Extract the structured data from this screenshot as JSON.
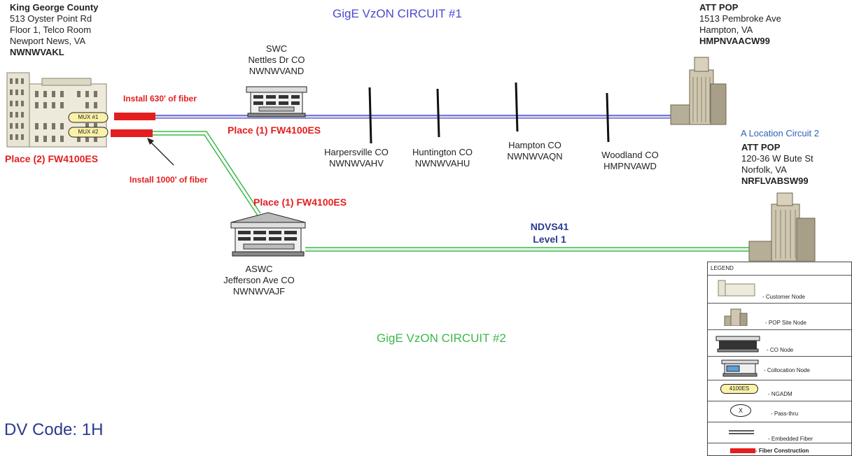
{
  "circuit1_title": "GigE VzON CIRCUIT #1",
  "circuit2_title": "GigE VzON CIRCUIT #2",
  "dv_code": "DV Code:  1H",
  "customer": {
    "name": "King George County",
    "address1": "513 Oyster Point Rd",
    "address2": "Floor 1, Telco Room",
    "city": "Newport News, VA",
    "clli": "NWNWVAKL",
    "mux1": "MUX #1",
    "mux2": "MUX #2"
  },
  "att_pop_1": {
    "name": "ATT POP",
    "address": "1513 Pembroke Ave",
    "city": "Hampton, VA",
    "clli": "HMPNVAACW99"
  },
  "att_pop_2": {
    "location_label": "A Location Circuit 2",
    "name": "ATT POP",
    "address": "120-36 W Bute St",
    "city": "Norfolk, VA",
    "clli": "NRFLVABSW99"
  },
  "swc": {
    "label": "SWC",
    "name": "Nettles Dr CO",
    "clli": "NWNWVAND"
  },
  "aswc": {
    "label": "ASWC",
    "name": "Jefferson Ave  CO",
    "clli": "NWNWVAJF"
  },
  "pass_thru": [
    {
      "name": "Harpersville CO",
      "clli": "NWNWVAHV"
    },
    {
      "name": "Huntington CO",
      "clli": "NWNWVAHU"
    },
    {
      "name": "Hampton CO",
      "clli": "NWNWVAQN"
    },
    {
      "name": "Woodland CO",
      "clli": "HMPNVAWD"
    }
  ],
  "annotations": {
    "install_630": "Install 630' of fiber",
    "install_1000": "Install 1000' of fiber",
    "place_2_customer": "Place (2) FW4100ES",
    "place_1_swc": "Place (1) FW4100ES",
    "place_1_aswc": "Place (1) FW4100ES"
  },
  "ndvs": {
    "line1": "NDVS41",
    "line2": "Level 1"
  },
  "legend": {
    "title": "LEGEND",
    "customer_node": "- Customer  Node",
    "pop_site_node": "- POP Site Node",
    "co_node": "- CO Node",
    "collocation_node": "- Collocation  Node",
    "ngadm_chip": "4100ES",
    "ngadm": "- NGADM",
    "pass_thru_symbol": "X",
    "pass_thru": "- Pass-thru",
    "embedded_fiber": "- Embedded   Fiber",
    "fiber_construction": "- Fiber Construction"
  },
  "colors": {
    "circuit1": "#4a4acf",
    "circuit2": "#3cb84a",
    "construction": "#e41e1e",
    "title_blue": "#2b3a8f"
  }
}
